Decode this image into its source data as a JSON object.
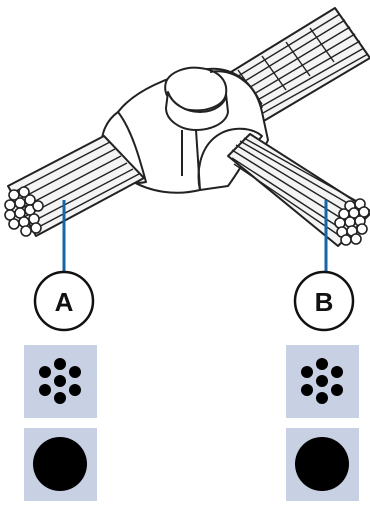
{
  "labels": {
    "left": "A",
    "right": "B"
  },
  "colors": {
    "callout_line": "#1565a8",
    "swatch_background": "#c8d0e4",
    "dot": "#000000",
    "outline": "#222222",
    "connector_fill": "#ffffff",
    "strand_fill": "#f4f4f4"
  },
  "rows": [
    {
      "name": "stranded-conductor",
      "icon": "seven-strand-dots"
    },
    {
      "name": "solid-conductor",
      "icon": "solid-circle"
    }
  ]
}
